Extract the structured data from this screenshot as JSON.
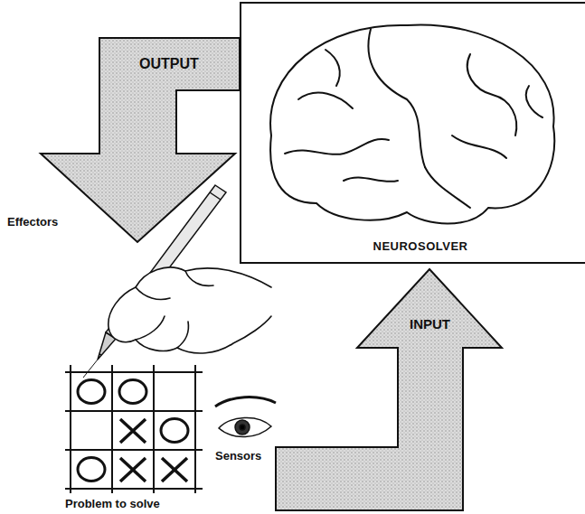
{
  "diagram": {
    "nodes": [
      {
        "text": [
          "NEUROSOLVER"
        ]
      }
    ],
    "labels": [
      "OUTPUT",
      "INPUT",
      "Effectors",
      "Sensors",
      "Problem to solve"
    ]
  }
}
